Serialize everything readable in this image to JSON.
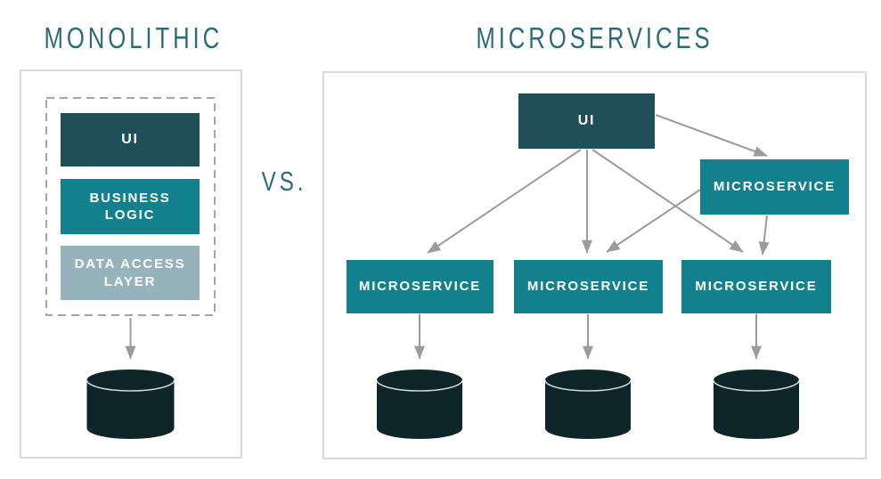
{
  "titles": {
    "monolithic": "MONOLITHIC",
    "vs": "VS.",
    "microservices": "MICROSERVICES"
  },
  "monolithic": {
    "layers": [
      {
        "label": "UI"
      },
      {
        "label": "BUSINESS\nLOGIC"
      },
      {
        "label": "DATA ACCESS\nLAYER"
      }
    ]
  },
  "microservices": {
    "ui_label": "UI",
    "services": [
      {
        "label": "MICROSERVICE"
      },
      {
        "label": "MICROSERVICE"
      },
      {
        "label": "MICROSERVICE"
      },
      {
        "label": "MICROSERVICE"
      }
    ]
  },
  "icons": {
    "database": "database-cylinder-icon",
    "arrow": "gray-arrow-connector"
  },
  "colors": {
    "dark_teal": "#1f4f59",
    "teal": "#12808d",
    "muted_teal": "#96b2bb",
    "cylinder": "#0d2529",
    "arrow": "#9b9b9b",
    "title": "#2c6b78",
    "panel_border": "#d9d9d9",
    "dash_border": "#a5a5a5",
    "rim": "#ccd7d7"
  }
}
